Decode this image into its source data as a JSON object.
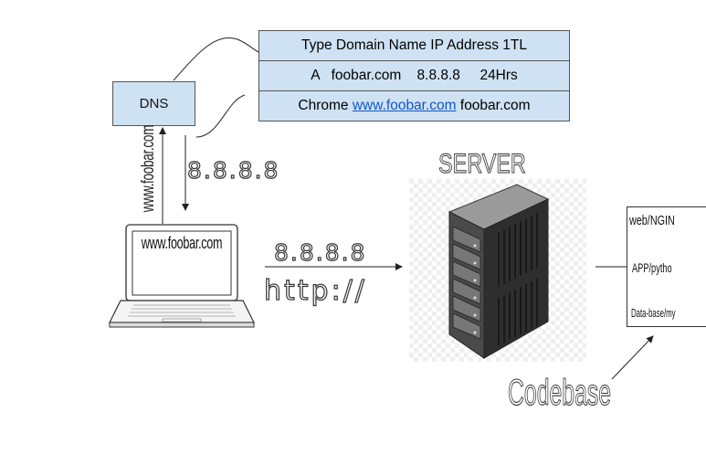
{
  "dns_box": {
    "label": "DNS"
  },
  "dns_table": {
    "rows": [
      {
        "text": "Type Domain Name IP Address 1TL"
      },
      {
        "text": "A   foobar.com    8.8.8.8     24Hrs"
      },
      {
        "prefix": "Chrome ",
        "link": "www.foobar.com",
        "suffix": " foobar.com"
      }
    ]
  },
  "dns_query_label": "www.foobar.com",
  "dns_response_ip": "8.8.8.8",
  "laptop_screen_text": "www.foobar.com",
  "request_ip": "8.8.8.8",
  "protocol": "http://",
  "server_title": "SERVER",
  "stack": {
    "web": "web/NGIN",
    "app": "APP/pytho",
    "db": "Data-base/my"
  },
  "codebase_label": "Codebase",
  "colors": {
    "box_fill": "#cfe2f3",
    "link": "#1155cc",
    "stroke": "#333333"
  }
}
